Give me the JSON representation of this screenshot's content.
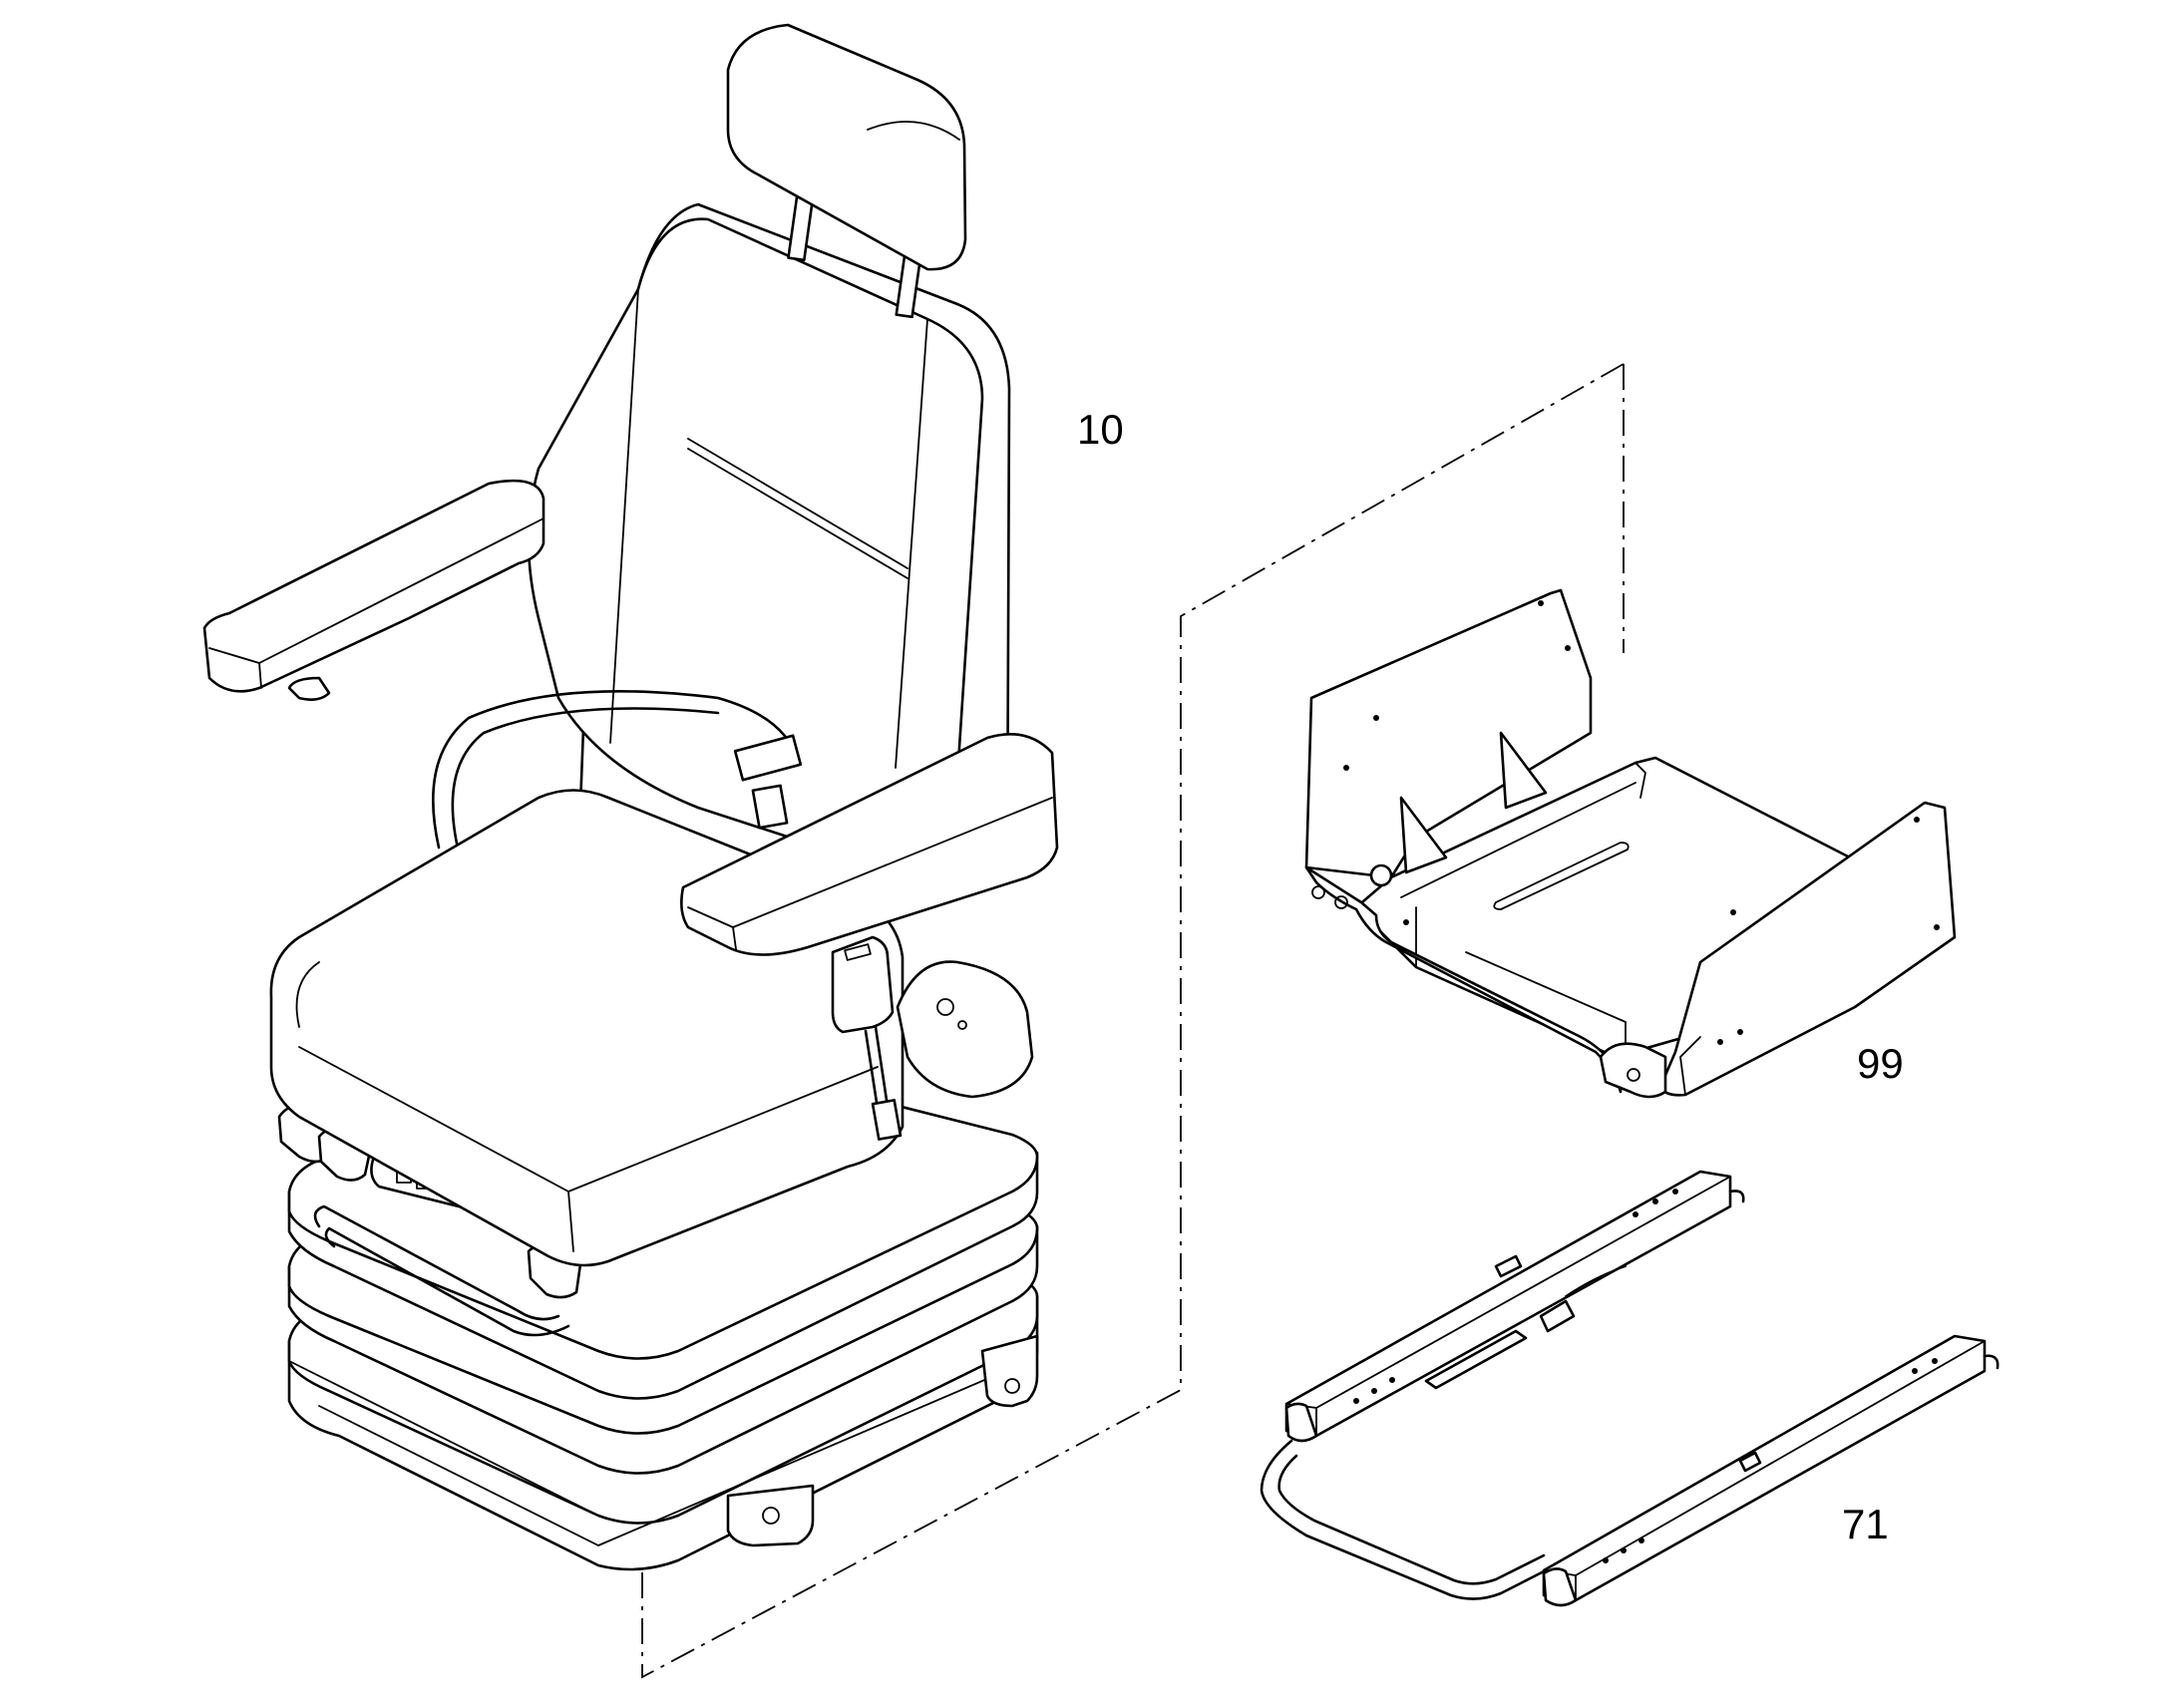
{
  "diagram": {
    "parts": [
      {
        "ref": "10",
        "icon": "seat-assembly-icon"
      },
      {
        "ref": "99",
        "icon": "seat-base-bracket-icon"
      },
      {
        "ref": "71",
        "icon": "slide-rail-icon"
      }
    ]
  }
}
